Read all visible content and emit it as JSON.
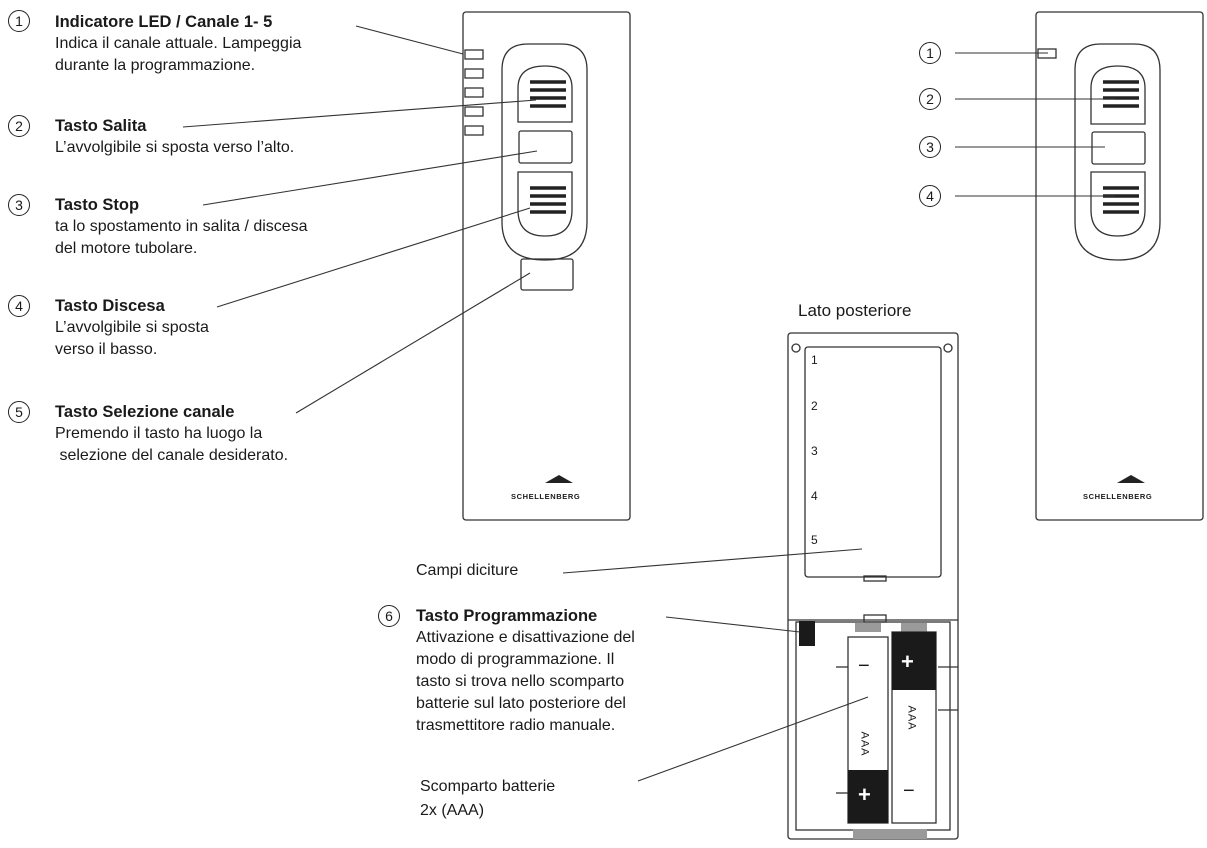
{
  "annotations": [
    {
      "num": "1",
      "title": "Indicatore LED / Canale 1- 5",
      "lines": [
        "Indica il canale attuale. Lampeggia",
        "durante la programmazione."
      ]
    },
    {
      "num": "2",
      "title": "Tasto Salita",
      "lines": [
        "L’avvolgibile si sposta verso l’alto."
      ]
    },
    {
      "num": "3",
      "title": "Tasto Stop",
      "lines": [
        "ta lo spostamento in salita / discesa",
        "del motore tubolare."
      ]
    },
    {
      "num": "4",
      "title": "Tasto Discesa",
      "lines": [
        "L’avvolgibile si sposta",
        "verso il basso."
      ]
    },
    {
      "num": "5",
      "title": "Tasto Selezione canale",
      "lines": [
        "Premendo il tasto ha luogo la",
        " selezione del canale desiderato."
      ]
    },
    {
      "num": "6",
      "title": "Tasto Programmazione",
      "lines": [
        "Attivazione e disattivazione del",
        "modo di programmazione. Il",
        "tasto si trova nello scomparto",
        "batterie sul lato posteriore del",
        "trasmettitore radio manuale."
      ]
    }
  ],
  "right_callouts": [
    "1",
    "2",
    "3",
    "4"
  ],
  "back_title": "Lato posteriore",
  "label_slots": [
    "1",
    "2",
    "3",
    "4",
    "5"
  ],
  "campi_label": "Campi diciture",
  "battery": {
    "label_line1": "Scomparto batterie",
    "label_line2": "2x (AAA)",
    "type_text": "AAA",
    "plus": "+",
    "minus": "−"
  },
  "brand": "SCHELLENBERG",
  "colors": {
    "line": "#333333",
    "battery_dark": "#1a1a1a",
    "contact_grey": "#9a9a9a"
  }
}
